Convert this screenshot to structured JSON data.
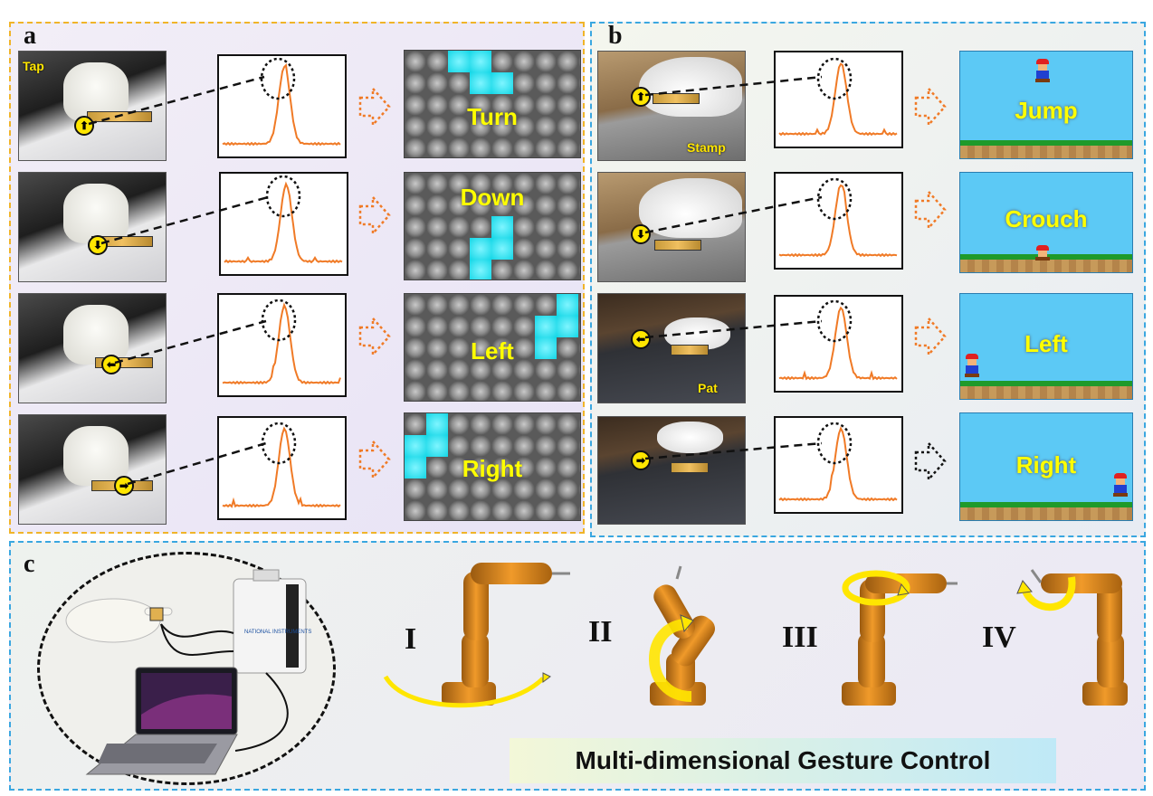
{
  "panels": {
    "a": {
      "letter": "a",
      "tap_label": "Tap",
      "rows": [
        {
          "direction": "up",
          "arrow": "⬆",
          "command": "Turn",
          "cyan_cells": [
            [
              2,
              0
            ],
            [
              3,
              0
            ],
            [
              3,
              1
            ],
            [
              4,
              1
            ]
          ]
        },
        {
          "direction": "down",
          "arrow": "⬇",
          "command": "Down",
          "cyan_cells": [
            [
              4,
              2
            ],
            [
              3,
              3
            ],
            [
              4,
              3
            ],
            [
              3,
              4
            ]
          ]
        },
        {
          "direction": "left",
          "arrow": "⬅",
          "command": "Left",
          "cyan_cells": [
            [
              7,
              0
            ],
            [
              6,
              1
            ],
            [
              7,
              1
            ],
            [
              6,
              2
            ]
          ]
        },
        {
          "direction": "right",
          "arrow": "➡",
          "command": "Right",
          "cyan_cells": [
            [
              1,
              0
            ],
            [
              0,
              1
            ],
            [
              1,
              1
            ],
            [
              0,
              2
            ]
          ]
        }
      ]
    },
    "b": {
      "letter": "b",
      "rows": [
        {
          "direction": "up",
          "arrow": "⬆",
          "photo_label": "Stamp",
          "command": "Jump"
        },
        {
          "direction": "down",
          "arrow": "⬇",
          "photo_label": "",
          "command": "Crouch"
        },
        {
          "direction": "left",
          "arrow": "⬅",
          "photo_label": "Pat",
          "command": "Left"
        },
        {
          "direction": "right",
          "arrow": "➡",
          "photo_label": "",
          "command": "Right"
        }
      ]
    },
    "c": {
      "letter": "c",
      "robot_modes": [
        "I",
        "II",
        "III",
        "IV"
      ],
      "caption": "Multi-dimensional Gesture Control",
      "daq_brand": "NATIONAL INSTRUMENTS"
    }
  },
  "colors": {
    "signal": "#f07a26",
    "panel_a_border": "#f0b429",
    "panel_bc_border": "#3aa7e0",
    "badge": "#ffe600",
    "robot": "#e08a22",
    "rotation_arrow": "#ffe600"
  }
}
